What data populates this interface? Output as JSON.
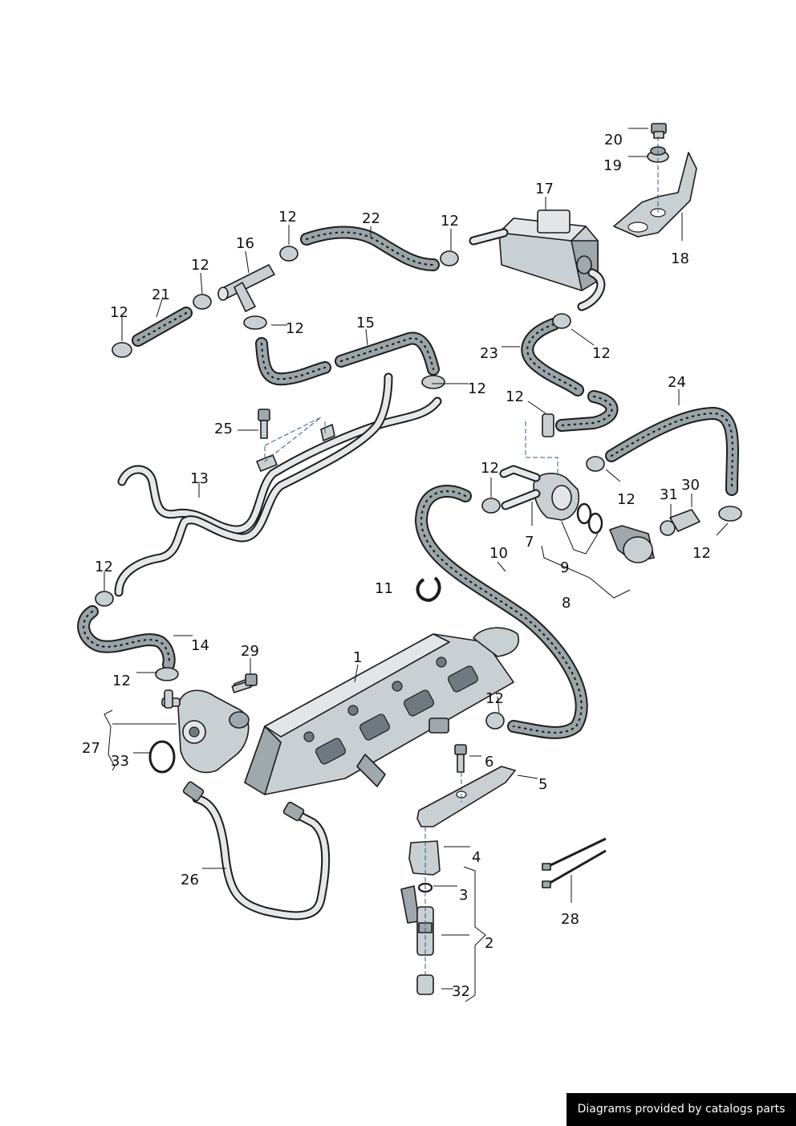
{
  "diagram": {
    "labels": {
      "l1": "1",
      "l2": "2",
      "l3": "3",
      "l4": "4",
      "l5": "5",
      "l6": "6",
      "l7": "7",
      "l8": "8",
      "l9": "9",
      "l10": "10",
      "l11": "11",
      "l13": "13",
      "l14": "14",
      "l15": "15",
      "l16": "16",
      "l17": "17",
      "l18": "18",
      "l19": "19",
      "l20": "20",
      "l21": "21",
      "l22": "22",
      "l23": "23",
      "l24": "24",
      "l25": "25",
      "l26": "26",
      "l27": "27",
      "l28": "28",
      "l29": "29",
      "l30": "30",
      "l31": "31",
      "l32": "32",
      "l33": "33",
      "c12a": "12",
      "c12b": "12",
      "c12c": "12",
      "c12d": "12",
      "c12e": "12",
      "c12f": "12",
      "c12g": "12",
      "c12h": "12",
      "c12i": "12",
      "c12j": "12",
      "c12k": "12",
      "c12l": "12",
      "c12m": "12",
      "c12n": "12"
    }
  },
  "footer": {
    "credit": "Diagrams provided by catalogs parts"
  }
}
